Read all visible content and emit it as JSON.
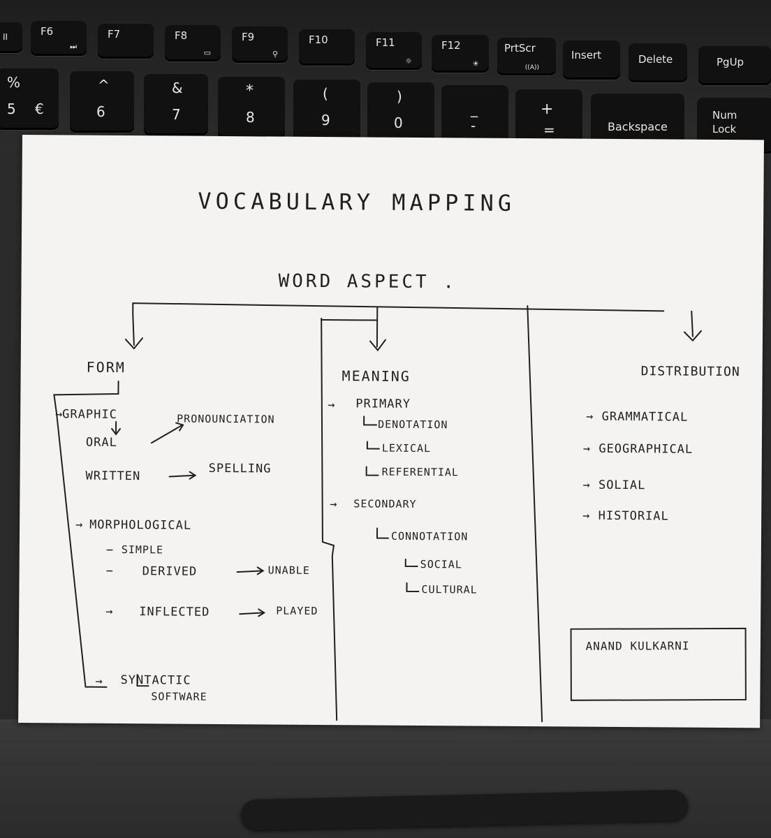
{
  "keyboard": {
    "fkeys": [
      {
        "label": "II",
        "sym": ""
      },
      {
        "label": "F6",
        "sym": "⏭"
      },
      {
        "label": "F7",
        "sym": ""
      },
      {
        "label": "F8",
        "sym": "▭"
      },
      {
        "label": "F9",
        "sym": "⚲"
      },
      {
        "label": "F10",
        "sym": ""
      },
      {
        "label": "F11",
        "sym": "☼"
      },
      {
        "label": "F12",
        "sym": "☀"
      },
      {
        "label": "PrtScr",
        "sym": "((A))"
      },
      {
        "label": "Insert",
        "sym": ""
      },
      {
        "label": "Delete",
        "sym": ""
      },
      {
        "label": "PgUp",
        "sym": ""
      }
    ],
    "numkeys": [
      {
        "top": "%",
        "bottom": "5",
        "alt": "€"
      },
      {
        "top": "^",
        "bottom": "6",
        "alt": ""
      },
      {
        "top": "&",
        "bottom": "7",
        "alt": ""
      },
      {
        "top": "*",
        "bottom": "8",
        "alt": ""
      },
      {
        "top": "(",
        "bottom": "9",
        "alt": ""
      },
      {
        "top": ")",
        "bottom": "0",
        "alt": ""
      },
      {
        "top": "_",
        "bottom": "-",
        "alt": ""
      },
      {
        "top": "+",
        "bottom": "=",
        "alt": ""
      },
      {
        "top": "",
        "bottom": "Backspace",
        "alt": ""
      },
      {
        "top": "Num",
        "bottom": "Lock",
        "alt": ""
      }
    ]
  },
  "diagram": {
    "title": "VOCABULARY MAPPING",
    "root": "WORD ASPECT .",
    "form": {
      "heading": "FORM",
      "graphic": "GRAPHIC",
      "oral": "ORAL",
      "pronounciation": "PRONOUNCIATION",
      "written": "WRITTEN",
      "spelling": "SPELLING",
      "morphological": "MORPHOLOGICAL",
      "simple": "SIMPLE",
      "derived": "DERIVED",
      "unable": "UNABLE",
      "inflected": "INFLECTED",
      "played": "PLAYED",
      "syntactic": "SYNTACTIC",
      "software": "SOFTWARE"
    },
    "meaning": {
      "heading": "MEANING",
      "primary": "PRIMARY",
      "denotation": "DENOTATION",
      "lexical": "LEXICAL",
      "referential": "REFERENTIAL",
      "secondary": "SECONDARY",
      "connotation": "CONNOTATION",
      "social": "SOCIAL",
      "cultural": "CULTURAL"
    },
    "distribution": {
      "heading": "DISTRIBUTION",
      "items": [
        "GRAMMATICAL",
        "GEOGRAPHICAL",
        "SOLIAL",
        "HISTORIAL"
      ]
    },
    "author": "ANAND KULKARNI"
  }
}
